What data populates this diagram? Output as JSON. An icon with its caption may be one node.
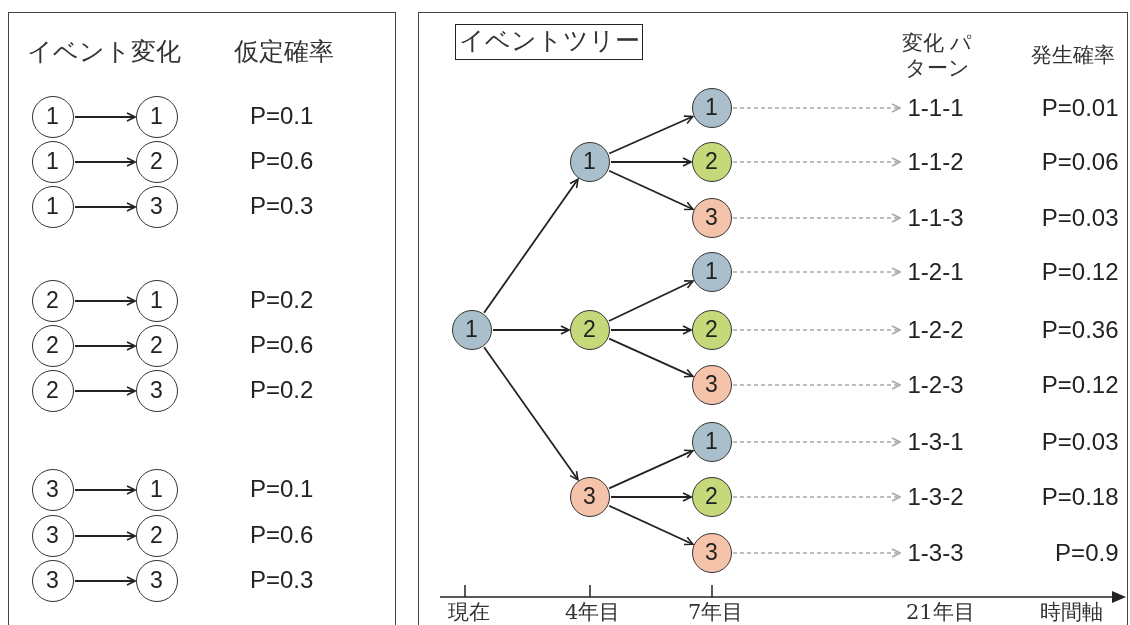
{
  "diagram": {
    "nodes": [
      {
        "text": [
          "イベント変化",
          "仮定確率"
        ]
      },
      {
        "text": [
          "1"
        ],
        "in": 0
      },
      {
        "text": [
          "1"
        ],
        "in": 0
      },
      {
        "text": [
          "1"
        ],
        "in": 0
      },
      {
        "text": [
          "2"
        ],
        "in": 0
      },
      {
        "text": [
          "1"
        ],
        "in": 0
      },
      {
        "text": [
          "3"
        ],
        "in": 0
      },
      {
        "text": [
          "2"
        ],
        "in": 0
      },
      {
        "text": [
          "1"
        ],
        "in": 0
      },
      {
        "text": [
          "2"
        ],
        "in": 0
      },
      {
        "text": [
          "2"
        ],
        "in": 0
      },
      {
        "text": [
          "2"
        ],
        "in": 0
      },
      {
        "text": [
          "3"
        ],
        "in": 0
      },
      {
        "text": [
          "3"
        ],
        "in": 0
      },
      {
        "text": [
          "1"
        ],
        "in": 0
      },
      {
        "text": [
          "3"
        ],
        "in": 0
      },
      {
        "text": [
          "2"
        ],
        "in": 0
      },
      {
        "text": [
          "3"
        ],
        "in": 0
      },
      {
        "text": [
          "3"
        ],
        "in": 0
      },
      {
        "text": [
          "変化 パターン",
          "発生確率"
        ]
      },
      {
        "text": [
          "イベントツリー"
        ],
        "in": 19
      },
      {
        "text": [
          "1"
        ],
        "in": 19
      },
      {
        "text": [
          "1"
        ],
        "in": 19
      },
      {
        "text": [
          "2"
        ],
        "in": 19
      },
      {
        "text": [
          "3"
        ],
        "in": 19
      },
      {
        "text": [
          "1"
        ],
        "in": 19
      },
      {
        "text": [
          "2"
        ],
        "in": 19
      },
      {
        "text": [
          "3"
        ],
        "in": 19
      },
      {
        "text": [
          "1"
        ],
        "in": 19
      },
      {
        "text": [
          "2"
        ],
        "in": 19
      },
      {
        "text": [
          "3"
        ],
        "in": 19
      },
      {
        "text": [
          "1"
        ],
        "in": 19
      },
      {
        "text": [
          "2"
        ],
        "in": 19
      },
      {
        "text": [
          "3"
        ],
        "in": 19
      },
      {
        "text": [
          "1-1-1"
        ],
        "beside": [
          "P=0.01"
        ],
        "in": 19
      },
      {
        "text": [
          "1-1-2"
        ],
        "beside": [
          "P=0.06"
        ],
        "in": 19
      },
      {
        "text": [
          "1-1-3"
        ],
        "beside": [
          "P=0.03"
        ],
        "in": 19
      },
      {
        "text": [
          "1-2-1"
        ],
        "beside": [
          "P=0.12"
        ],
        "in": 19
      },
      {
        "text": [
          "1-2-2"
        ],
        "beside": [
          "P=0.36"
        ],
        "in": 19
      },
      {
        "text": [
          "1-2-3"
        ],
        "beside": [
          "P=0.12"
        ],
        "in": 19
      },
      {
        "text": [
          "1-3-1"
        ],
        "beside": [
          "P=0.03"
        ],
        "in": 19
      },
      {
        "text": [
          "1-3-2"
        ],
        "beside": [
          "P=0.18"
        ],
        "in": 19
      },
      {
        "text": [
          "1-3-3"
        ],
        "beside": [
          "P=0.9"
        ],
        "in": 19
      }
    ],
    "edges": [
      {
        "from": 1,
        "to": 2,
        "arrow": "to"
      },
      {
        "from": 3,
        "to": 4,
        "arrow": "to"
      },
      {
        "from": 5,
        "to": 6,
        "arrow": "to"
      },
      {
        "from": 7,
        "to": 8,
        "arrow": "to"
      },
      {
        "from": 9,
        "to": 10,
        "arrow": "to"
      },
      {
        "from": 11,
        "to": 12,
        "arrow": "to"
      },
      {
        "from": 13,
        "to": 14,
        "arrow": "to"
      },
      {
        "from": 15,
        "to": 16,
        "arrow": "to"
      },
      {
        "from": 17,
        "to": 18,
        "arrow": "to"
      },
      {
        "from": 21,
        "to": 22,
        "arrow": "to"
      },
      {
        "from": 21,
        "to": 23,
        "arrow": "to"
      },
      {
        "from": 21,
        "to": 24,
        "arrow": "to"
      },
      {
        "from": 22,
        "to": 25,
        "arrow": "to"
      },
      {
        "from": 22,
        "to": 26,
        "arrow": "to"
      },
      {
        "from": 22,
        "to": 27,
        "arrow": "to"
      },
      {
        "from": 23,
        "to": 28,
        "arrow": "to"
      },
      {
        "from": 23,
        "to": 29,
        "arrow": "to"
      },
      {
        "from": 23,
        "to": 30,
        "arrow": "to"
      },
      {
        "from": 24,
        "to": 31,
        "arrow": "to"
      },
      {
        "from": 24,
        "to": 32,
        "arrow": "to"
      },
      {
        "from": 24,
        "to": 33,
        "arrow": "to"
      },
      {
        "from": 25,
        "to": 34,
        "arrow": "to",
        "style": "dashed",
        "color": "#aaaaaa"
      },
      {
        "from": 26,
        "to": 35,
        "arrow": "to",
        "style": "dashed",
        "color": "#aaaaaa"
      },
      {
        "from": 27,
        "to": 36,
        "arrow": "to",
        "style": "dashed",
        "color": "#aaaaaa"
      },
      {
        "from": 28,
        "to": 37,
        "arrow": "to",
        "style": "dashed",
        "color": "#aaaaaa"
      },
      {
        "from": 29,
        "to": 38,
        "arrow": "to",
        "style": "dashed",
        "color": "#aaaaaa"
      },
      {
        "from": 30,
        "to": 39,
        "arrow": "to",
        "style": "dashed",
        "color": "#aaaaaa"
      },
      {
        "from": 31,
        "to": 40,
        "arrow": "to",
        "style": "dashed",
        "color": "#aaaaaa"
      },
      {
        "from": 32,
        "to": 41,
        "arrow": "to",
        "style": "dashed",
        "color": "#aaaaaa"
      },
      {
        "from": 33,
        "to": 42,
        "arrow": "to",
        "style": "dashed",
        "color": "#aaaaaa"
      }
    ],
    "labels": [
      "P=0.1",
      "P=0.6",
      "P=0.3",
      "P=0.2",
      "P=0.6",
      "P=0.2",
      "P=0.1",
      "P=0.6",
      "P=0.3",
      "現在",
      "4年目",
      "7年目",
      "21年目",
      "時間軸"
    ]
  }
}
